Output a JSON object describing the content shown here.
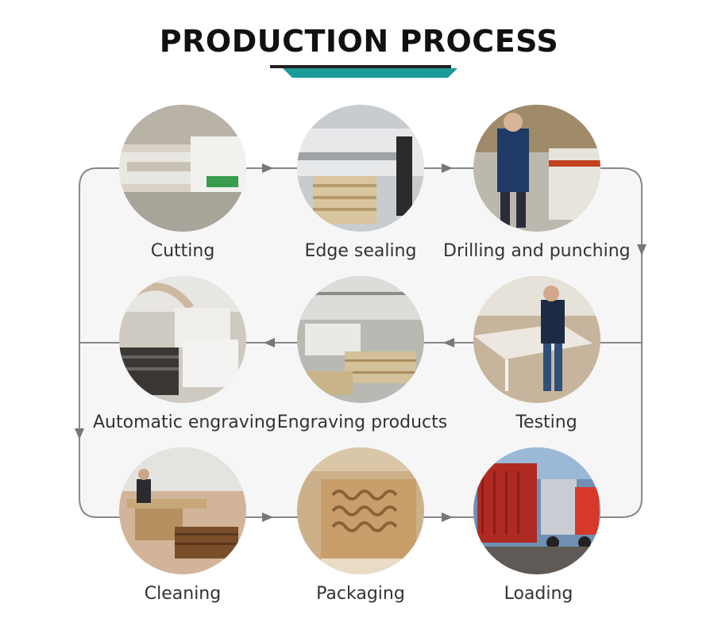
{
  "title": "PRODUCTION PROCESS",
  "accent_color": "#1a9a98",
  "steps": [
    {
      "label": "Cutting",
      "icon": "panel-saw-machine-photo"
    },
    {
      "label": "Edge sealing",
      "icon": "edge-banding-machine-photo"
    },
    {
      "label": "Drilling and punching",
      "icon": "drilling-machine-worker-photo"
    },
    {
      "label": "Testing",
      "icon": "desk-testing-worker-photo"
    },
    {
      "label": "Engraving products",
      "icon": "engraving-workshop-photo"
    },
    {
      "label": "Automatic engraving",
      "icon": "cnc-engraving-machine-photo"
    },
    {
      "label": "Cleaning",
      "icon": "cleaning-workers-photo"
    },
    {
      "label": "Packaging",
      "icon": "corrugated-carton-photo"
    },
    {
      "label": "Loading",
      "icon": "container-truck-photo"
    }
  ]
}
